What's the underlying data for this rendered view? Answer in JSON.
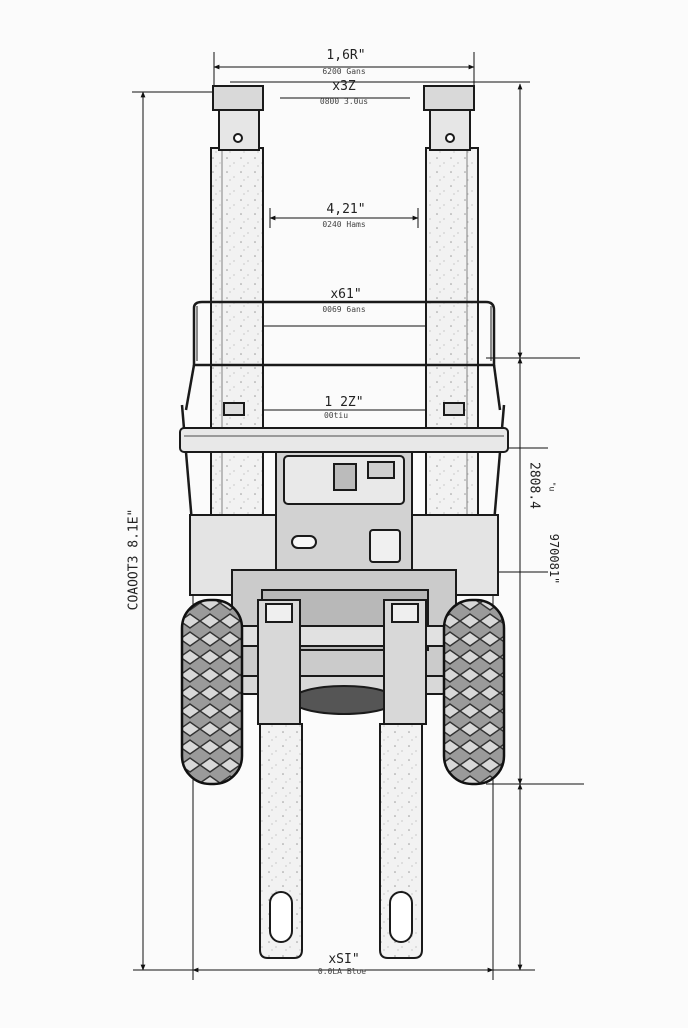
{
  "dimensions": {
    "top_overall": {
      "value": "1,6R\"",
      "sub": "6200 Gans"
    },
    "top_second": {
      "value": "x3Z",
      "sub": "0800 3.0us"
    },
    "inner_mast": {
      "value": "4,21\"",
      "sub": "0240 Hams"
    },
    "guard_width": {
      "value": "x61\"",
      "sub": "0069 6ans"
    },
    "crossbar": {
      "value": "1 2Z\"",
      "sub": "00tiu"
    },
    "bottom_overall": {
      "value": "xSI\"",
      "sub": "0.0LA Bloe"
    },
    "left_vertical": {
      "value": "COAOOT3 8.1E\""
    },
    "right_upper": {
      "value": "2808.4",
      "sub": "\"u"
    },
    "right_lower": {
      "value": "970081\""
    }
  }
}
